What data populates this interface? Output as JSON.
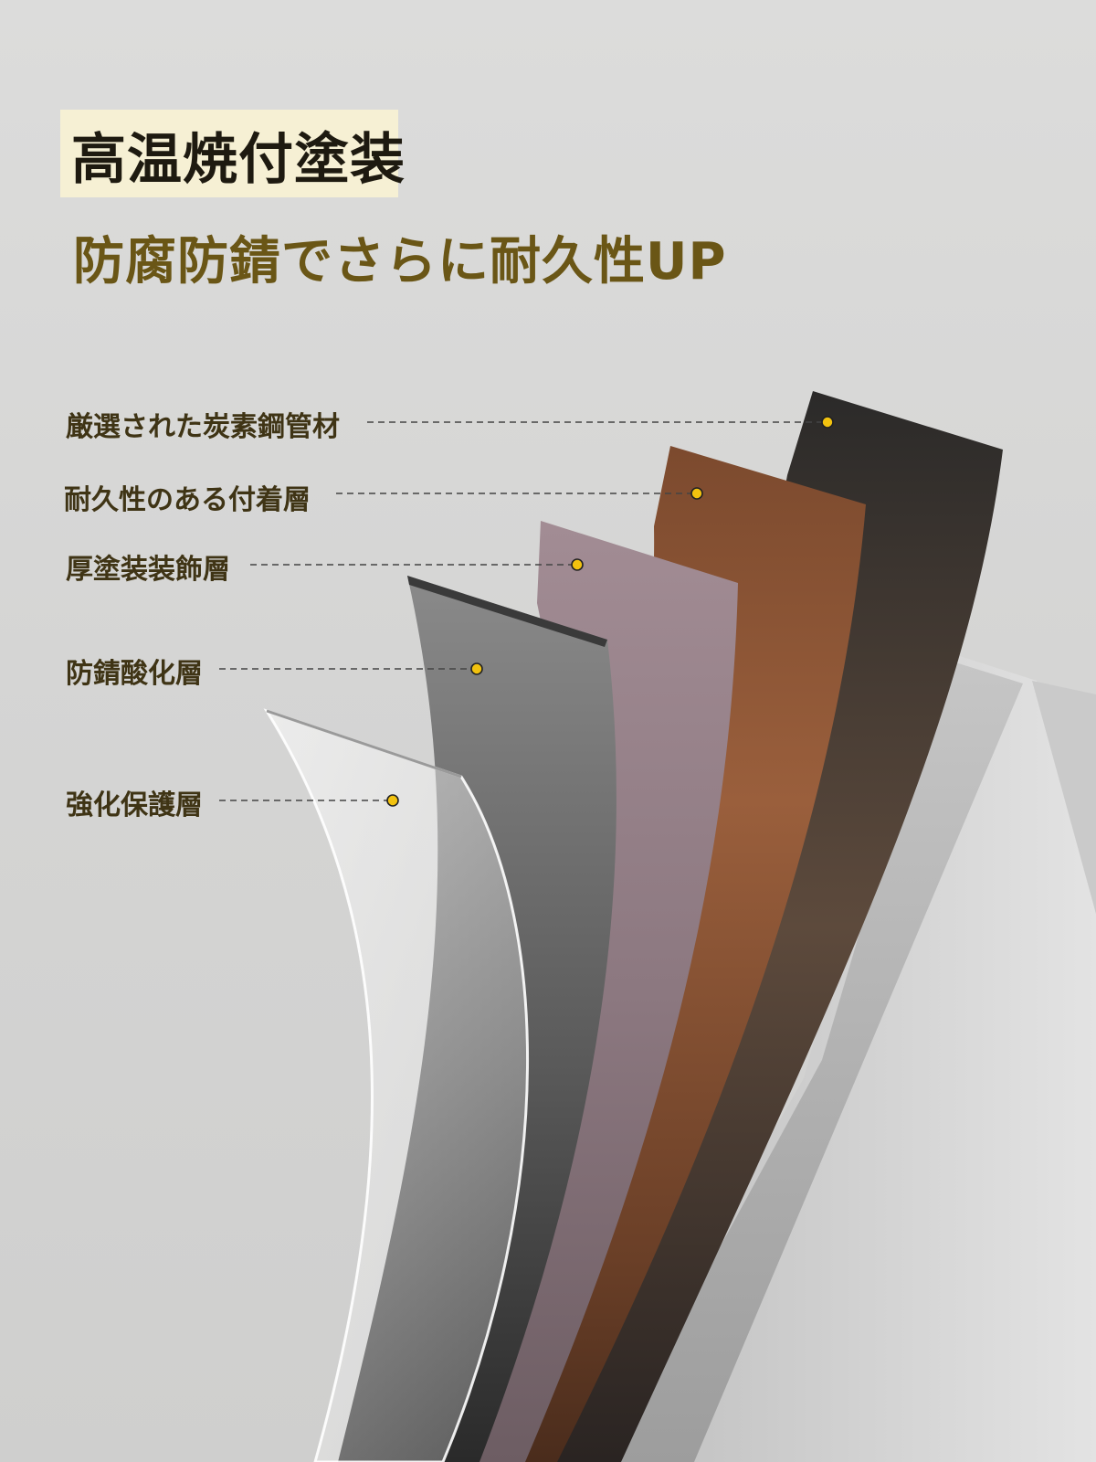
{
  "title": "高温焼付塗装",
  "subtitle": "防腐防錆でさらに耐久性UP",
  "layers": [
    {
      "label": "厳選された炭素鋼管材"
    },
    {
      "label": "耐久性のある付着層"
    },
    {
      "label": "厚塗装装飾層"
    },
    {
      "label": "防錆酸化層"
    },
    {
      "label": "強化保護層"
    }
  ],
  "colors": {
    "title_bg": "#f6f0d4",
    "title_text": "#1e1a10",
    "subtitle_text": "#6a5616",
    "label_text": "#3f3415",
    "marker": "#f2c20f",
    "steel": "#2f2e2d",
    "adhesion": "#8a5232",
    "decoration": "#9a8088",
    "oxide": "#6e6e6e",
    "protection": "#f4f4f4"
  }
}
